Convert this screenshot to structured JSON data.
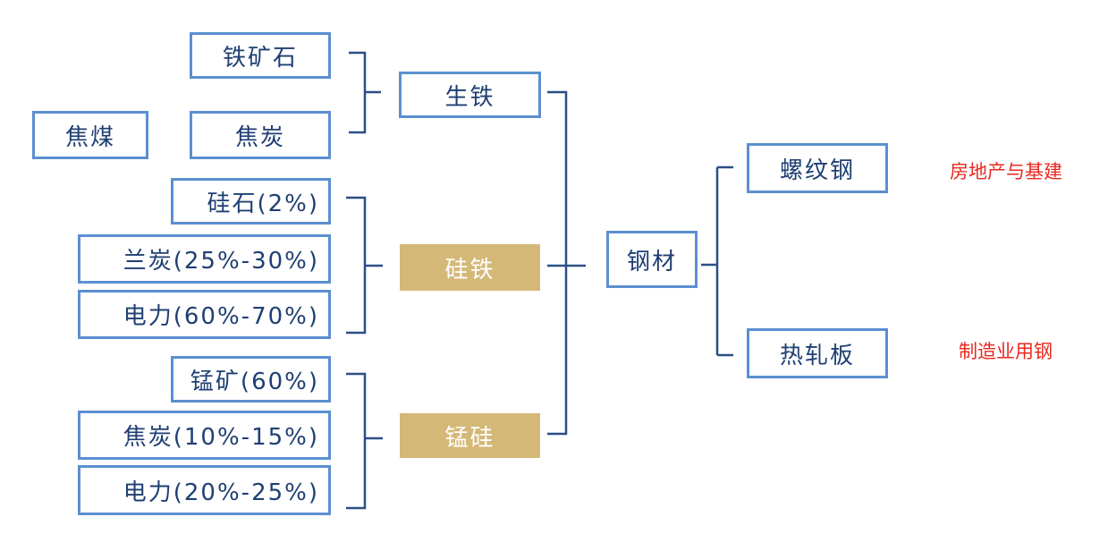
{
  "inputs": {
    "iron_ore": "铁矿石",
    "coking_coal": "焦煤",
    "coke": "焦炭",
    "silica": "硅石(2%)",
    "semi_coke": "兰炭(25%-30%)",
    "power_fesi": "电力(60%-70%)",
    "manganese_ore": "锰矿(60%)",
    "coke_mnsi": "焦炭(10%-15%)",
    "power_mnsi": "电力(20%-25%)"
  },
  "intermediates": {
    "pig_iron": "生铁",
    "ferrosilicon": "硅铁",
    "silicomanganese": "锰硅"
  },
  "center": {
    "steel": "钢材"
  },
  "products": {
    "rebar": "螺纹钢",
    "hot_rolled": "热轧板"
  },
  "applications": {
    "rebar_use": "房地产与基建",
    "hot_rolled_use": "制造业用钢"
  },
  "colors": {
    "box_border": "#5b8fd0",
    "text": "#1f3f73",
    "bracket": "#2b4f86",
    "gold_fill": "#d4b878",
    "application_text": "#e8281e"
  }
}
